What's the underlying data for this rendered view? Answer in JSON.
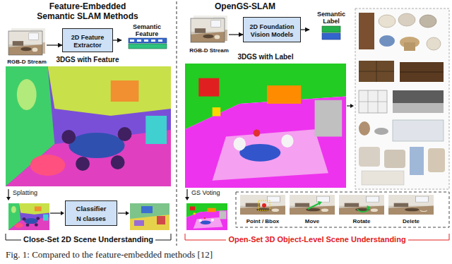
{
  "diagram": {
    "caption": "Fig. 1: Compared to the feature-embedded methods [12]",
    "nodes": [
      {
        "text": [
          "Feature-Embedded Semantic SLAM Methods"
        ]
      },
      {
        "text": [
          "RGB-D Stream"
        ],
        "in": 0
      },
      {
        "text": [
          "2D Feature Extractor"
        ],
        "in": 0
      },
      {
        "text": [
          "Semantic Feature"
        ],
        "in": 0
      },
      {
        "text": [
          "3DGS with Feature"
        ],
        "in": 0
      },
      {
        "text": [
          "Classifier",
          "N classes"
        ],
        "in": 0
      },
      {
        "text": [
          "OpenGS-SLAM"
        ]
      },
      {
        "text": [
          "RGB-D Stream"
        ],
        "in": 6
      },
      {
        "text": [
          "2D Foundation Vision Models"
        ],
        "in": 6
      },
      {
        "text": [
          "Semantic Label"
        ],
        "in": 6
      },
      {
        "text": [
          "3DGS with Label"
        ],
        "in": 6
      },
      {
        "text": [
          "Point / Bbox"
        ],
        "in": 6
      },
      {
        "text": [
          "Move"
        ],
        "in": 6
      },
      {
        "text": [
          "Rotate"
        ],
        "in": 6
      },
      {
        "text": [
          "Delete"
        ],
        "in": 6
      }
    ],
    "edges": [
      {
        "from": 1,
        "to": 2,
        "arrow": "to"
      },
      {
        "from": 2,
        "to": 3,
        "arrow": "to"
      },
      {
        "from": 7,
        "to": 8,
        "arrow": "to"
      },
      {
        "from": 8,
        "to": 9,
        "arrow": "to"
      }
    ],
    "labels": [
      "Splatting",
      "GS Voting",
      "Close-Set 2D Scene Understanding",
      "Open-Set 3D Object-Level Scene Understanding"
    ]
  }
}
